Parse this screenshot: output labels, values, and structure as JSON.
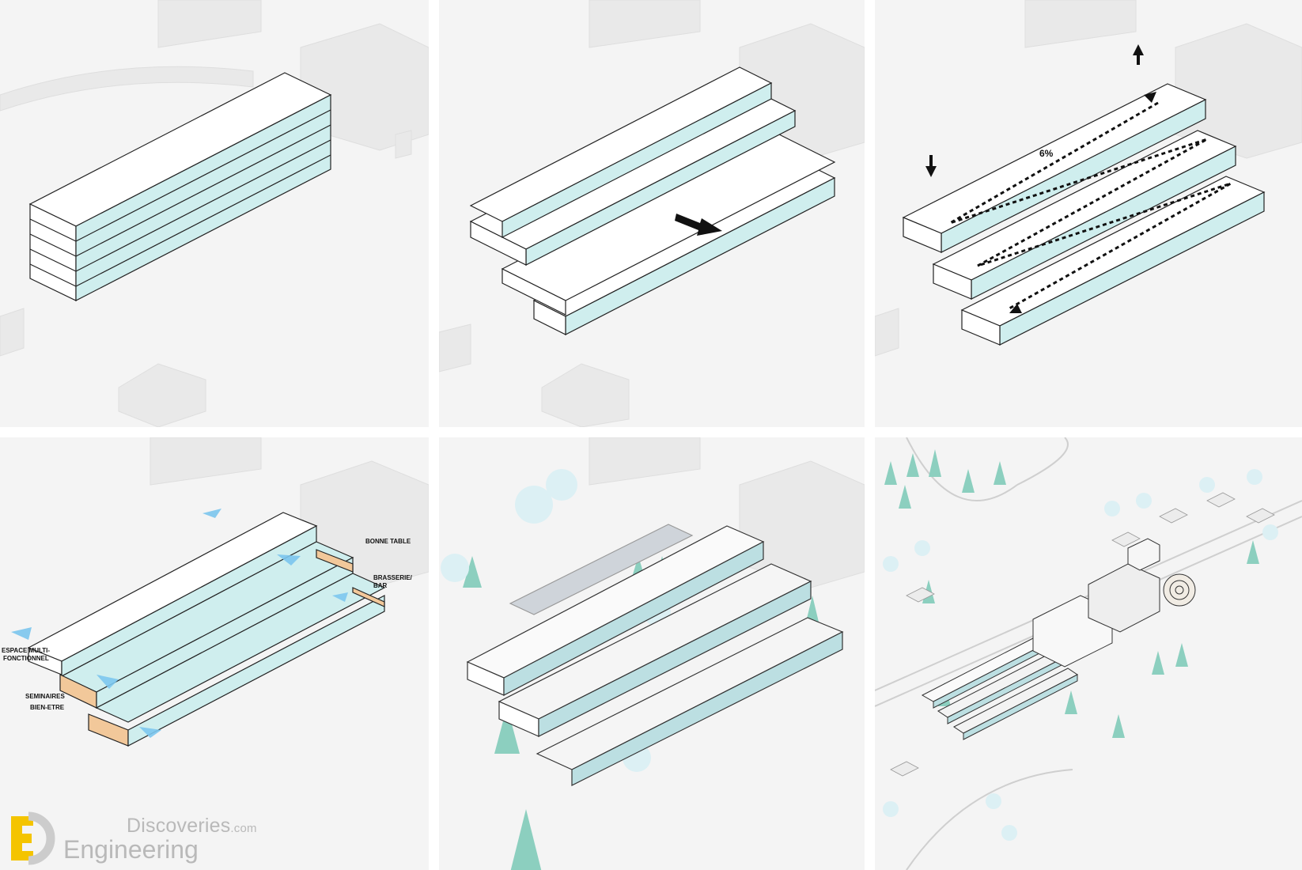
{
  "labels": {
    "slope": "6%",
    "bonne_table": "BONNE TABLE",
    "brasserie_1": "BRASSERIE/",
    "brasserie_2": "BAR",
    "espace_1": "ESPACE MULTI-",
    "espace_2": "FONCTIONNEL",
    "seminaires": "SEMINAIRES",
    "bien_etre": "BIEN-ETRE"
  },
  "watermark": {
    "word_top": "Discoveries",
    "dotcom": ".com",
    "word_bottom": "Engineering"
  },
  "colors": {
    "glass": "#cfeeee",
    "roof": "#ffffff",
    "ground": "#f4f4f4",
    "context": "#e6e6e6",
    "tree": "#8ccfbf",
    "program": "#f2c89a",
    "airflow": "#7cc6ee",
    "logo_yellow": "#f4c400"
  }
}
